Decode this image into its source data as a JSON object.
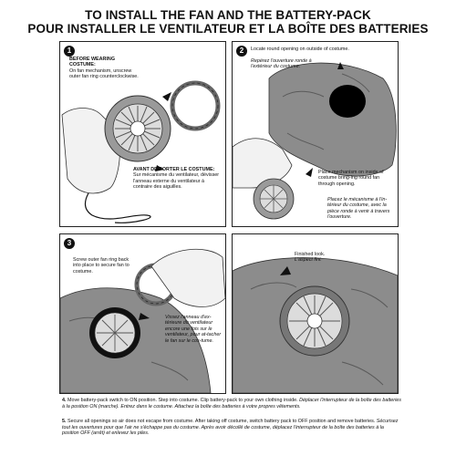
{
  "title_en": "TO INSTALL THE FAN AND THE BATTERY-PACK",
  "title_fr": "POUR INSTALLER LE VENTILATEUR ET LA BOÎTE DES BATTERIES",
  "steps": [
    {
      "number": "1",
      "heading_en": "BEFORE WEARING COSTUME:",
      "text_en": "On fan mechanism, unscrew outer fan ring counterclockwise.",
      "heading_fr": "AVANT DE PORTER LE COSTUME:",
      "text_fr": "Sur mécanisme du ventilateur, dévisser l'anneau externe du ventilateur à contraire des aiguilles."
    },
    {
      "number": "2",
      "text_en_a": "Locate round opening on outside of costume.",
      "text_fr_a": "Repérez l'ouverture ronde à l'extérieur du costume.",
      "text_en_b": "Place mechanism on inside of costume bring-ing round fan through opening.",
      "text_fr_b": "Placez le mécanisme à l'in-térieur du costume, avec la pièce ronde à venir à travers l'ouverture."
    },
    {
      "number": "3",
      "text_en": "Screw outer fan ring back into place to secure fan to costume.",
      "text_fr": "Vissez l'anneau d'ex-térieure du ventilateur encore une fois sur le ventilateur, pour at-tacher le fan sur le cos-tume."
    },
    {
      "text_en": "Finished look.",
      "text_fr": "L'aspect fini."
    }
  ],
  "notes": [
    {
      "number": "4.",
      "text_en": "Move battery-pack switch to ON position. Step into costume. Clip battery-pack to your own clothing inside.",
      "text_fr": "Déplacer l'interrupteur de la boîte des batteries à la position ON (marche). Entrez dans le costume. Attachez la boîte des batteries à votre propres vêtements."
    },
    {
      "number": "5.",
      "text_en": "Secure all openings so air does not escape from costume. After taking off costume, switch battery pack to OFF position and remove batteries.",
      "text_fr": "Sécurisez tout les ouvertures pour que l'air ne s'échappe pas du costume. Après avoir décollé de costume, déplacez l'interrupteur de la boîte des batteries à la position OFF (arrêt) et enlevez les piles."
    }
  ]
}
